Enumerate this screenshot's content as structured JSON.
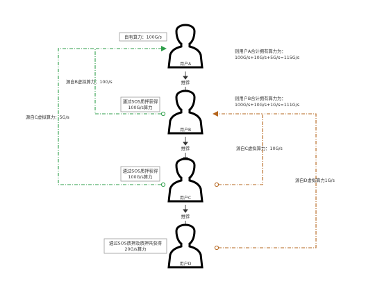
{
  "users": [
    {
      "id": "a",
      "label": "用户A"
    },
    {
      "id": "b",
      "label": "用户B"
    },
    {
      "id": "c",
      "label": "用户C"
    },
    {
      "id": "d",
      "label": "用户D"
    }
  ],
  "recommend_label": "推荐",
  "boxes": {
    "a_self": {
      "lines": [
        "自有算力：100G/s"
      ]
    },
    "b_stake": {
      "lines": [
        "通过SOS质押获得",
        "100G/s算力"
      ]
    },
    "c_stake": {
      "lines": [
        "通过SOS质押获得",
        "100G/s算力"
      ]
    },
    "d_stake": {
      "lines": [
        "通过SOS质押及质押共获得",
        "20G/s算力"
      ]
    }
  },
  "notes": {
    "a_total": {
      "lines": [
        "则用户A合计拥有算力为：",
        "100G/s+10G/s+5G/s=115G/s"
      ]
    },
    "b_total": {
      "lines": [
        "则用户B合计拥有算力为：",
        "100G/s+10G/s+1G/s=111G/s"
      ]
    }
  },
  "side_labels": {
    "from_b": "源自B虚拟算力：10G/s",
    "from_c_left": "源自C虚拟算力：5G/s",
    "from_c_right": "源自C虚拟算力：10G/s",
    "from_d": "源自D虚拟算力1G/s"
  },
  "colors": {
    "green": "#2e9e4a",
    "orange": "#b5651d",
    "person": "#000000",
    "arrow": "#333333"
  }
}
